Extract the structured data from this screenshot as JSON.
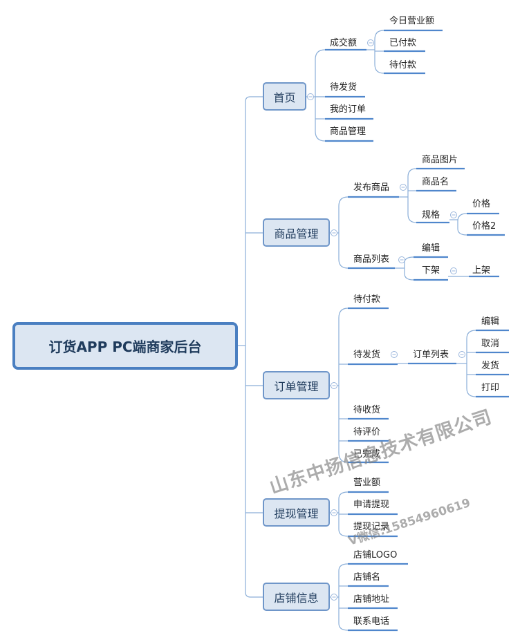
{
  "root": "订货APP PC端商家后台",
  "home": {
    "label": "首页",
    "deal": {
      "label": "成交额",
      "children": [
        "今日营业额",
        "已付款",
        "待付款"
      ]
    },
    "children": [
      "待发货",
      "我的订单",
      "商品管理"
    ]
  },
  "goods": {
    "label": "商品管理",
    "publish": {
      "label": "发布商品",
      "picture": "商品图片",
      "name": "商品名",
      "spec": {
        "label": "规格",
        "children": [
          "价格",
          "价格2"
        ]
      }
    },
    "list": {
      "label": "商品列表",
      "edit": "编辑",
      "offshelf": {
        "label": "下架",
        "children": [
          "上架"
        ]
      }
    }
  },
  "orders": {
    "label": "订单管理",
    "to_pay": "待付款",
    "to_ship": {
      "label": "待发货",
      "list": {
        "label": "订单列表",
        "children": [
          "编辑",
          "取消",
          "发货",
          "打印"
        ]
      }
    },
    "children": [
      "待收货",
      "待评价",
      "已完成"
    ]
  },
  "withdraw": {
    "label": "提现管理",
    "children": [
      "营业额",
      "申请提现",
      "提现记录"
    ]
  },
  "store": {
    "label": "店铺信息",
    "children": [
      "店铺LOGO",
      "店铺名",
      "店铺地址",
      "联系电话"
    ]
  },
  "watermark": {
    "company": "山东中扬信息技术有限公司",
    "contact": "V微信:15854960619"
  },
  "colors": {
    "line": "#5b8fd0",
    "node_fill": "#dce6f2",
    "node_border": "#6f96c9",
    "root_border": "#4a7fc1"
  }
}
